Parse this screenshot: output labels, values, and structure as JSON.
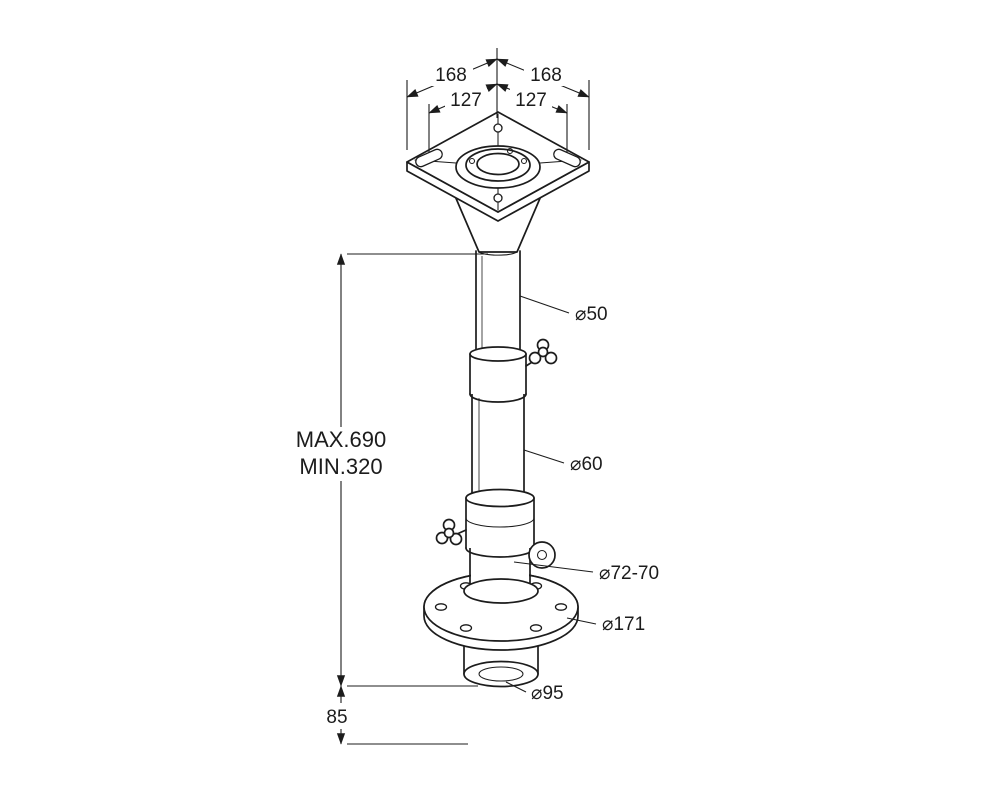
{
  "drawing_title": "telescoping-table-pedestal-technical-drawing",
  "colors": {
    "line": "#1c1c1c",
    "background": "#ffffff"
  },
  "dimensions": {
    "plate_width_left": "168",
    "plate_width_right": "168",
    "bolt_spacing_left": "127",
    "bolt_spacing_right": "127",
    "height_max": "MAX.690",
    "height_min": "MIN.320",
    "base_recess_height": "85",
    "upper_tube_diameter": "⌀50",
    "middle_tube_diameter": "⌀60",
    "socket_diameter": "⌀72-70",
    "flange_diameter": "⌀171",
    "cup_diameter": "⌀95"
  }
}
